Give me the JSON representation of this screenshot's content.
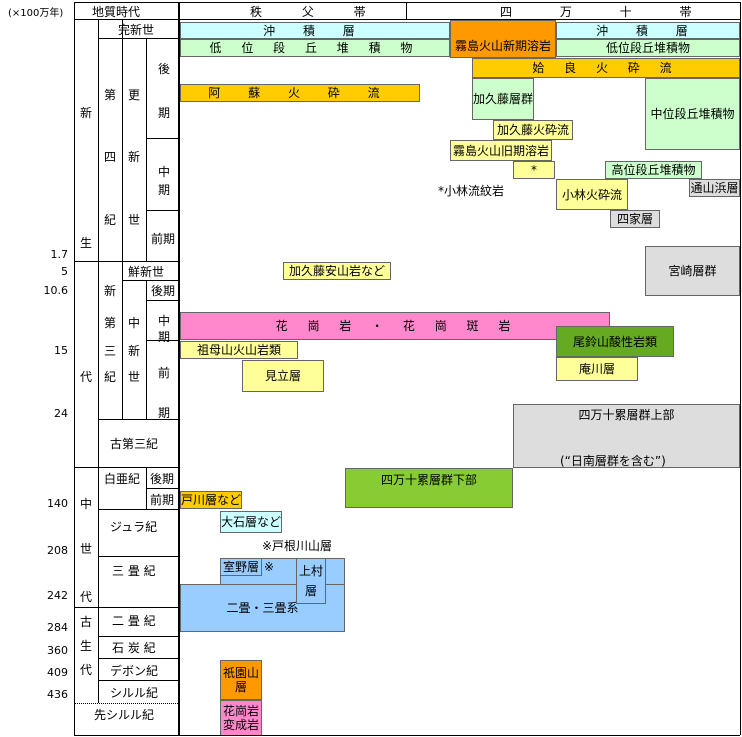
{
  "header": {
    "unit": "(×100万年)",
    "geo_time": "地質時代",
    "chichibu_belt": "秩 父 帯",
    "shimanto_belt": "四 万 十 帯"
  },
  "ages": [
    "1.7",
    "5",
    "10.6",
    "15",
    "24",
    "140",
    "208",
    "242",
    "284",
    "360",
    "409",
    "436"
  ],
  "eras": {
    "cenozoic": [
      "新",
      "生",
      "代"
    ],
    "mesozoic": [
      "中",
      "世",
      "代"
    ],
    "paleozoic": [
      "古",
      "生",
      "代"
    ]
  },
  "periods": {
    "quaternary": [
      "第",
      "四",
      "紀"
    ],
    "neogene": [
      "新",
      "第",
      "三",
      "紀"
    ],
    "paleogene": "古第三紀",
    "cretaceous": "白亜紀",
    "jurassic": "ジュラ紀",
    "triassic": "三 畳 紀",
    "permian": "二 畳 紀",
    "carboniferous": "石 炭 紀",
    "devonian": "デボン紀",
    "silurian": "シルル紀",
    "pre_silurian": "先シルル紀"
  },
  "epochs": {
    "holocene": "完新世",
    "pleistocene": [
      "更",
      "新",
      "世"
    ],
    "pliocene": "鮮新世",
    "miocene": [
      "中",
      "新",
      "世"
    ],
    "late": "後",
    "late2": "期",
    "middle": "中",
    "middle2": "期",
    "early": "前期",
    "late_n": "後期",
    "middle_n1": "中",
    "middle_n2": "期",
    "early_n1": "前",
    "early_n2": "期",
    "cret_late": "後期",
    "cret_early": "前期"
  },
  "units": {
    "alluvium_c": "沖 積 層",
    "alluvium_s": "沖 積 層",
    "low_terrace_c": "低 位 段 丘 堆 積 物",
    "low_terrace_s": "低位段丘堆積物",
    "kirishima_new": "霧島火山新期溶岩",
    "aira": "姶 良 火 砕 流",
    "aso": "阿 蘇 火 砕 流",
    "kakuto_group": "加久藤層群",
    "mid_terrace": "中位段丘堆積物",
    "kakuto_pyro": "加久藤火砕流",
    "kirishima_old": "霧島火山旧期溶岩",
    "star_mark": "*",
    "high_terrace": "高位段丘堆積物",
    "kobayashi_note": "*小林流紋岩",
    "kobayashi_pyro": "小林火砕流",
    "toriyama": "通山浜層",
    "shike": "四家層",
    "kakuto_andesite": "加久藤安山岩など",
    "miyazaki": "宮崎層群",
    "granite": "花 崗 岩 ・ 花 崗 斑 岩",
    "osuzu": "尾鈴山酸性岩類",
    "sobo": "祖母山火山岩類",
    "mitate": "見立層",
    "aikawa": "庵川層",
    "shimanto_upper": "四万十累層群上部",
    "nichinan_note": "(“日南層群を含む”)",
    "shimanto_lower": "四万十累層群下部",
    "tokawa": "戸川層など",
    "oishi": "大石層など",
    "tonegawa_note": "※戸根川山層",
    "muroya": "室野層",
    "muroya_mark": "※",
    "kamimura": "上村層",
    "permo_triassic": "二畳・三畳系",
    "gionyama": "祇園山層",
    "granite_meta": "花崗岩変成岩"
  }
}
